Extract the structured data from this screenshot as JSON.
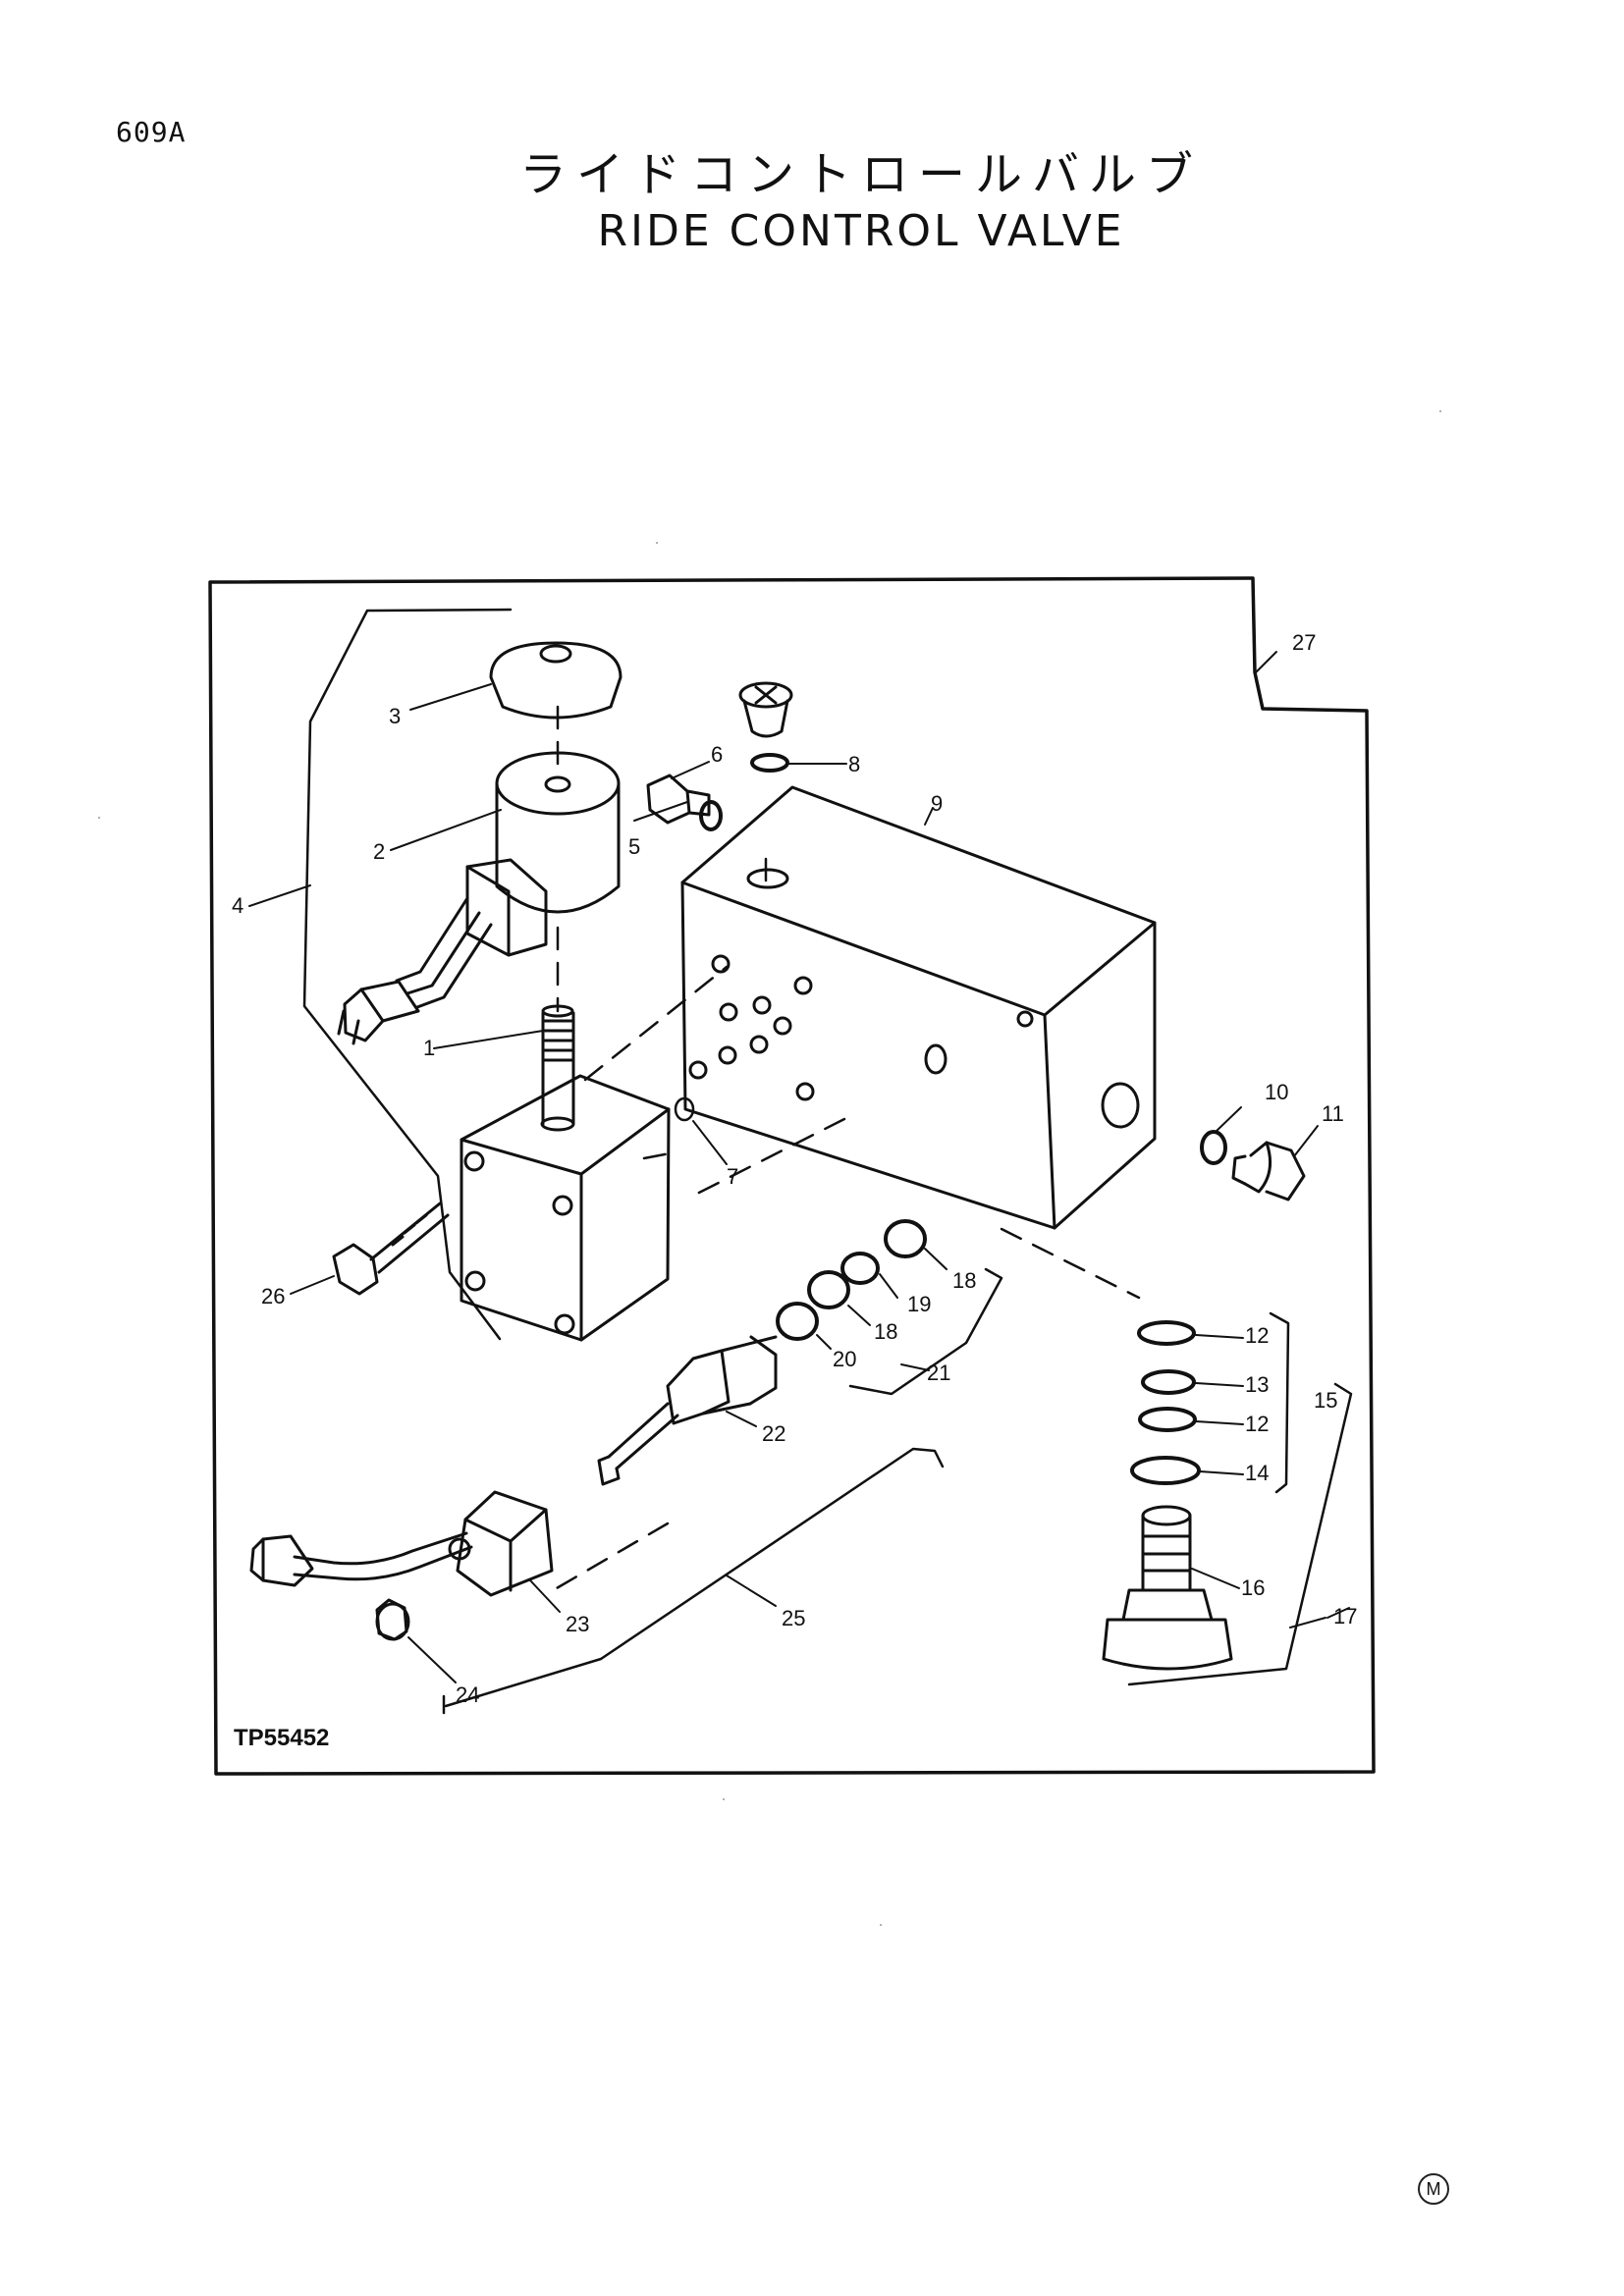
{
  "page_code": "609A",
  "title_jp": "ライドコントロールバルブ",
  "title_en": "RIDE CONTROL VALVE",
  "diagram_ref": "TP55452",
  "corner_mark": "M",
  "callouts": [
    "1",
    "2",
    "3",
    "4",
    "5",
    "6",
    "7",
    "8",
    "9",
    "10",
    "11",
    "12",
    "13",
    "12",
    "14",
    "15",
    "16",
    "17",
    "18",
    "19",
    "18",
    "20",
    "21",
    "22",
    "23",
    "24",
    "25",
    "26",
    "27"
  ]
}
